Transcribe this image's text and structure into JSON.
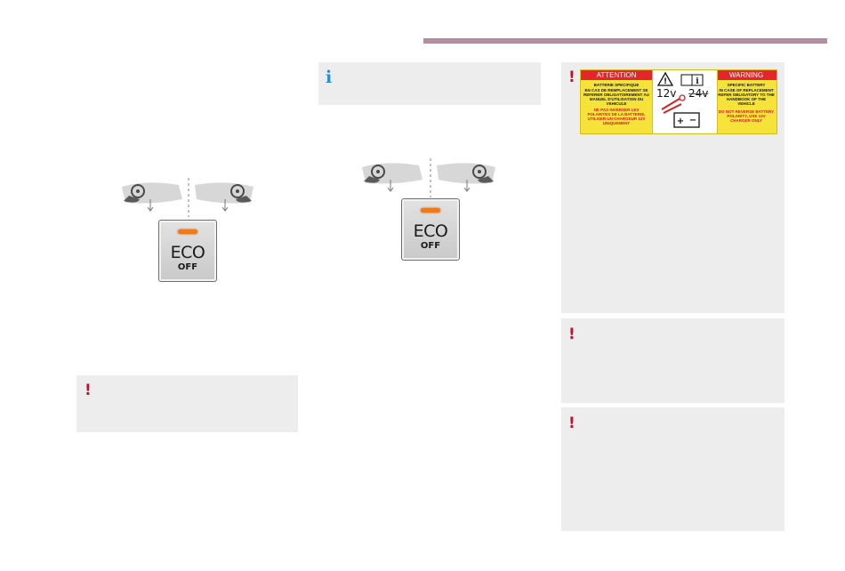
{
  "controls": {
    "eco_button_text": "ECO",
    "eco_button_subtext": "OFF"
  },
  "warning_label": {
    "attention_header": "ATTENTION",
    "warning_header": "WARNING",
    "fr_title": "BATTERIE SPECIFIQUE",
    "fr_text": "EN CAS DE REMPLACEMENT SE REFERER OBLIGATOIREMENT AU MANUEL D'UTILISATION DU VEHICULE",
    "fr_red": "NE PAS INVERSER LES POLARITES DE LA BATTERIE, UTILISER UN CHARGEUR 12V UNIQUEMENT",
    "en_title": "SPECIFIC BATTERY",
    "en_text": "IN CASE OF REPLACEMENT REFER OBLIGATORY TO THE HANDBOOK OF THE VEHICLE",
    "en_red": "DO NOT REVERSE BATTERY POLARITY, USE 12V CHARGER ONLY",
    "volt_ok": "12v",
    "volt_bad": "24v",
    "warning_glyph": "!",
    "info_glyph": "i"
  },
  "icons": {
    "warning": "!",
    "info": "i"
  },
  "colors": {
    "accent_rule": "#b48da0",
    "warning_red": "#c8102e",
    "info_blue": "#2a8fd8",
    "led_orange": "#f07a1a",
    "note_bg": "#ededed"
  }
}
